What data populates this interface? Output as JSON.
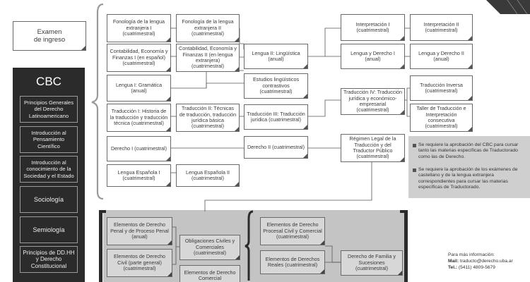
{
  "ingreso": "Examen\nde ingreso",
  "cbc": {
    "title": "CBC",
    "items": [
      "Principios Generales del Derecho Latinoamericano",
      "Introducción al Pensamiento Científico",
      "Introducción al conocimiento de la Sociedad y el Estado",
      "Sociología",
      "Semiología",
      "Principios de DD.HH y Derecho Constitucional"
    ]
  },
  "col1": [
    "Fonología de la lengua extranjera I (cuatrimestral)",
    "Contabilidad, Economía y Finanzas I (en español) (cuatrimestral)",
    "Lengua I: Gramática (anual)",
    "Traducción I: Historia de la traducción y traducción técnica (cuatrimestral)",
    "Derecho I (cuatrimestral)",
    "Lengua Española I (cuatrimestral)"
  ],
  "col2": [
    "Fonología de la lengua extranjera II (cuatrimestral)",
    "Contabilidad, Economía y Finanzas II (en lengua extranjera) (cuatrimestral)",
    "Traducción II: Técnicas de traducción, traducción jurídica básica (cuatrimestral)",
    "Lengua Española II (cuatrimestral)"
  ],
  "col3": [
    "Lengua II: Lingüística (anual)",
    "Estudios lingüísticos contrastivos (cuatrimestral)",
    "Traducción III: Traducción jurídica (cuatrimestral)",
    "Derecho II (cuatrimestral)"
  ],
  "col4": [
    "Interpretación I (cuatrimestral)",
    "Lengua y Derecho I (anual)",
    "Traducción IV: Traducción jurídica y económico-empresarial (cuatrimestral)",
    "Régimen Legal de la Traducción y del Traductor Público (cuatrimestral)"
  ],
  "col5": [
    "Interpretación II (cuatrimestral)",
    "Lengua y Derecho II (anual)",
    "Traducción Inversa (cuatrimestral)",
    "Taller de Traducción e Interpretación consecutiva (cuatrimestral)"
  ],
  "lower": {
    "left": [
      "Elementos de Derecho Penal y de Proceso Penal (anual)",
      "Elementos de Derecho Civil (parte general) (cuatrimestral)"
    ],
    "mid": [
      "Obligaciones Civiles y Comerciales (cuatrimestral)",
      "Elementos de Derecho Comercial"
    ],
    "right": [
      "Elementos de Derecho Procesal Civil y Comercial (cuatrimestral)",
      "Elementos de Derechos Reales (cuatrimestral)"
    ],
    "far": [
      "Derecho de Familia y Sucesiones (cuatrimestral)"
    ]
  },
  "notes": [
    "Se requiere la aprobación del CBC para cursar tanto las materias específicas de Traductorado como las de Derecho.",
    "Se requiere la aprobación de los exámenes de castellano y de la lengua extranjera correspondientes para cursar las materias específicas de Traductorado."
  ],
  "contact": {
    "heading": "Para más información:",
    "mail_label": "Mail:",
    "mail_value": "traducto@derecho.uba.ar",
    "tel_label": "Tel.:",
    "tel_value": "(5411) 4809-5679"
  }
}
